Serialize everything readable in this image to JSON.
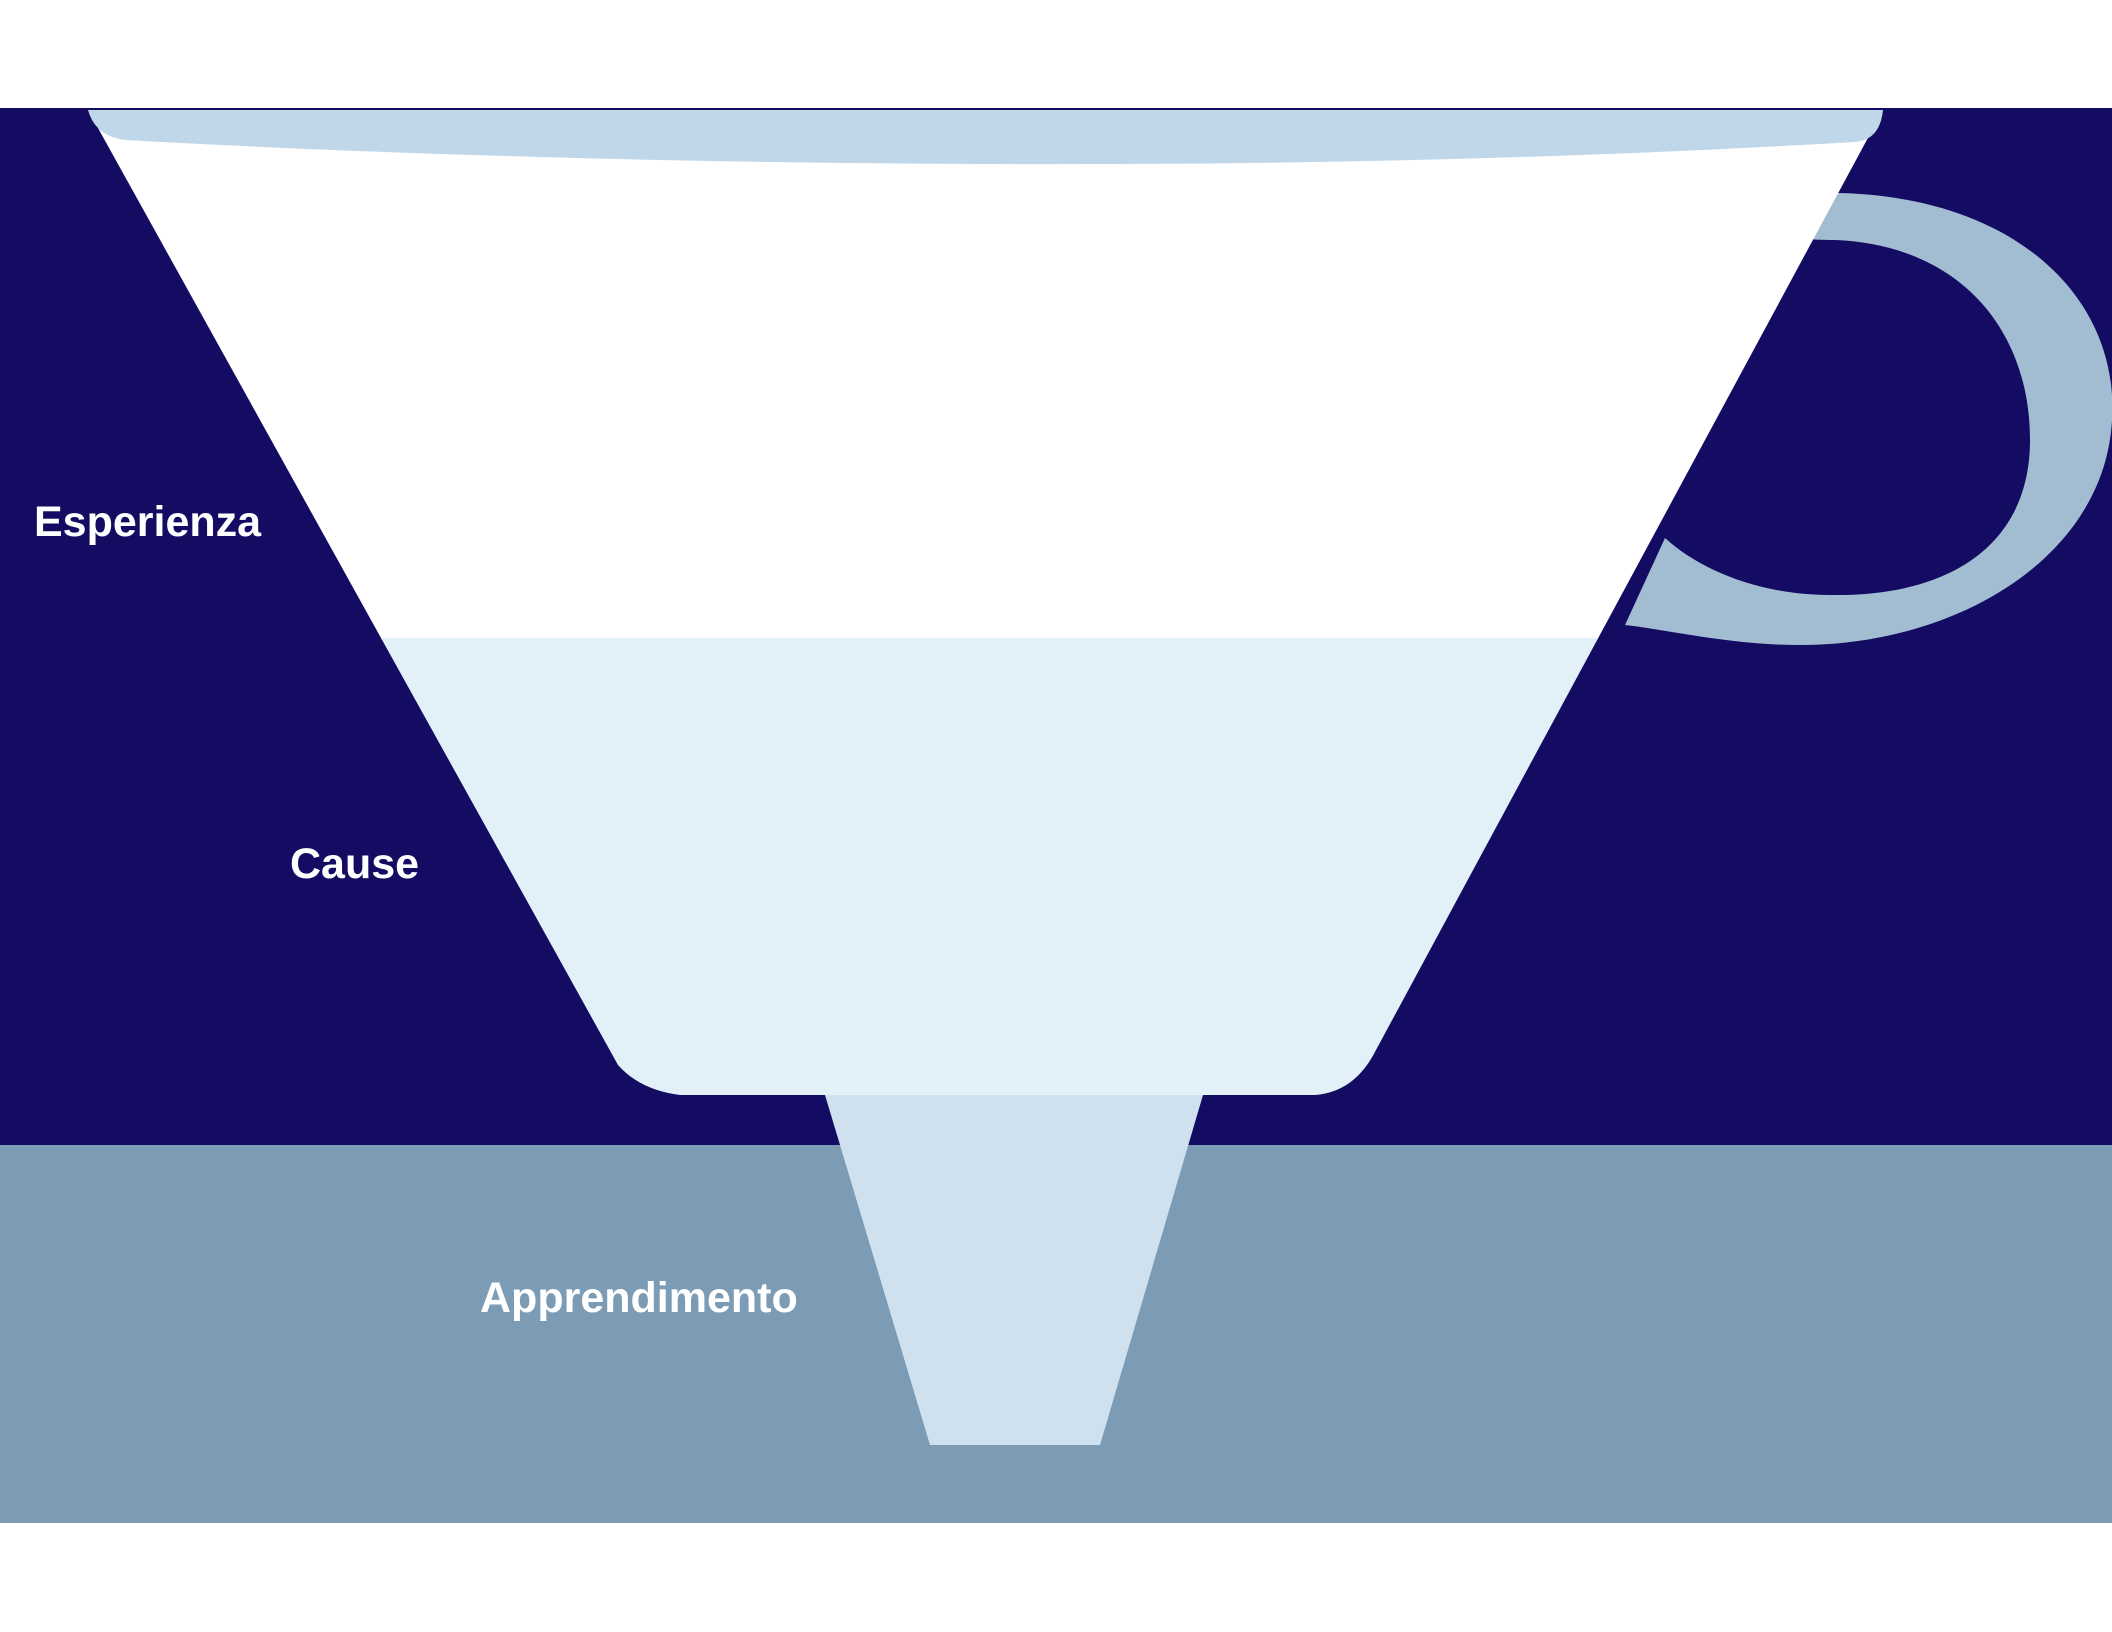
{
  "diagram": {
    "stages": [
      {
        "label": "Esperienza"
      },
      {
        "label": "Cause"
      },
      {
        "label": "Apprendimento"
      }
    ]
  },
  "colors": {
    "background": "#ffffff",
    "upper_band": "#140b62",
    "lower_band": "#7c9bb4",
    "cup_top": "#ffffff",
    "cup_middle": "#e2f0f7",
    "funnel_spout": "#cfe1ef",
    "rim": "#c0d7e9",
    "handle": "#a2bdd2"
  },
  "icons": {
    "cup": "cup-funnel-icon",
    "handle": "cup-handle-icon"
  }
}
